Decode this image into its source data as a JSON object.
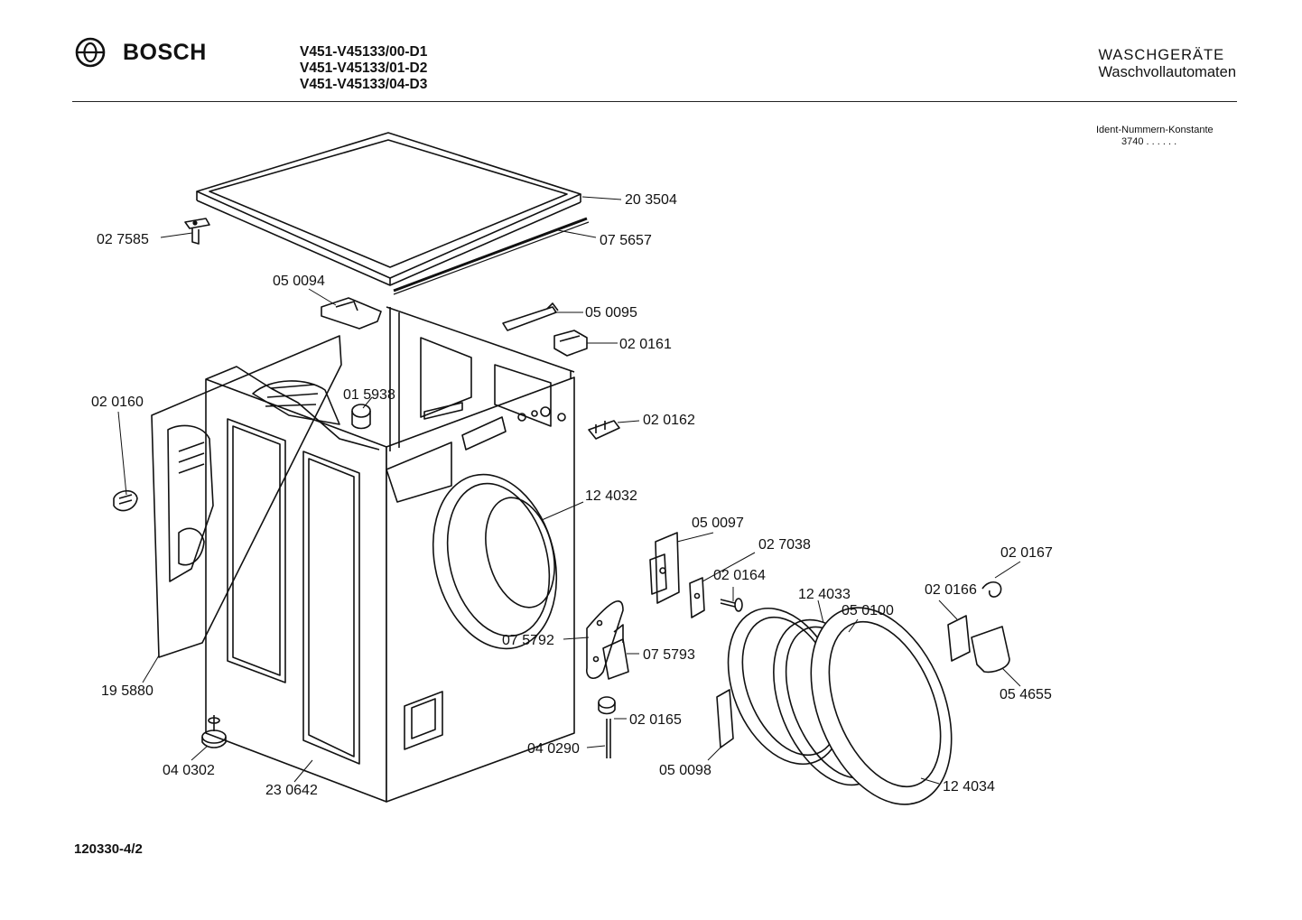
{
  "header": {
    "brand": "BOSCH",
    "models": [
      "V451-V45133/00-D1",
      "V451-V45133/01-D2",
      "V451-V45133/04-D3"
    ],
    "category_line1": "WASCHGERÄTE",
    "category_line2": "Waschvollautomaten",
    "ident_label": "Ident-Nummern-Konstante",
    "ident_value": "3740  . .  . . . ."
  },
  "footer": {
    "document_number": "120330-4/2"
  },
  "parts": [
    {
      "id": "p203504",
      "label": "20 3504"
    },
    {
      "id": "p027585",
      "label": "02 7585"
    },
    {
      "id": "p075657",
      "label": "07 5657"
    },
    {
      "id": "p050094",
      "label": "05 0094"
    },
    {
      "id": "p050095",
      "label": "05 0095"
    },
    {
      "id": "p020161",
      "label": "02 0161"
    },
    {
      "id": "p020160",
      "label": "02 0160"
    },
    {
      "id": "p015938",
      "label": "01 5938"
    },
    {
      "id": "p020162",
      "label": "02 0162"
    },
    {
      "id": "p124032",
      "label": "12 4032"
    },
    {
      "id": "p050097",
      "label": "05 0097"
    },
    {
      "id": "p027038",
      "label": "02 7038"
    },
    {
      "id": "p020164",
      "label": "02 0164"
    },
    {
      "id": "p020167",
      "label": "02 0167"
    },
    {
      "id": "p124033",
      "label": "12 4033"
    },
    {
      "id": "p020166",
      "label": "02 0166"
    },
    {
      "id": "p050100",
      "label": "05 0100"
    },
    {
      "id": "p075792",
      "label": "07 5792"
    },
    {
      "id": "p075793",
      "label": "07 5793"
    },
    {
      "id": "p195880",
      "label": "19 5880"
    },
    {
      "id": "p054655",
      "label": "05 4655"
    },
    {
      "id": "p020165",
      "label": "02 0165"
    },
    {
      "id": "p040290",
      "label": "04 0290"
    },
    {
      "id": "p050098",
      "label": "05 0098"
    },
    {
      "id": "p040302",
      "label": "04 0302"
    },
    {
      "id": "p230642",
      "label": "23 0642"
    },
    {
      "id": "p124034",
      "label": "12 4034"
    }
  ]
}
